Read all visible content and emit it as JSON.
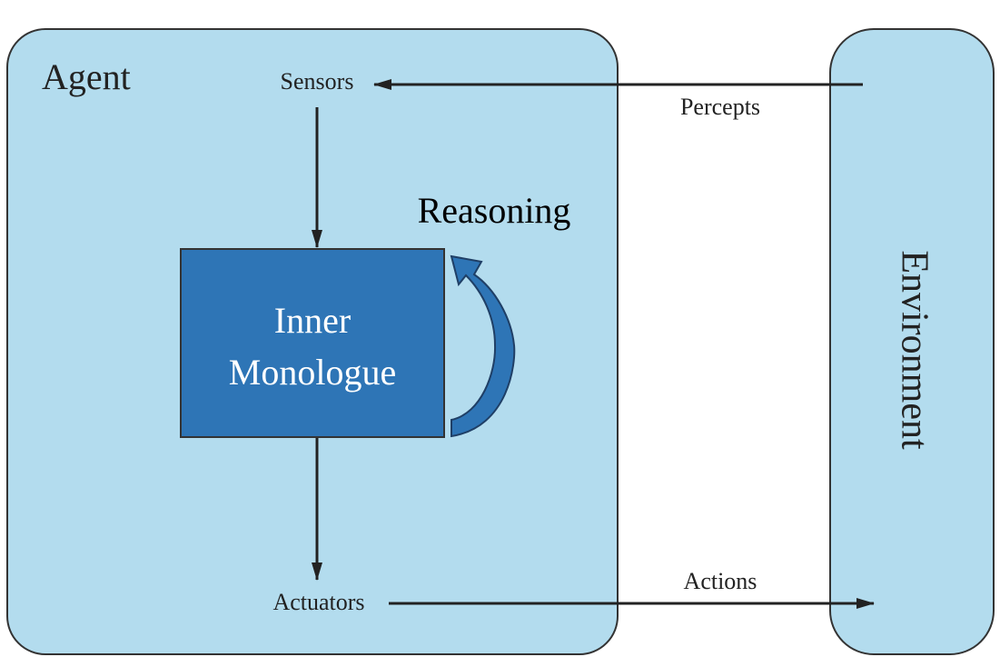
{
  "agent": {
    "title": "Agent",
    "sensors_label": "Sensors",
    "actuators_label": "Actuators",
    "inner_box_line1": "Inner",
    "inner_box_line2": "Monologue",
    "reasoning_label": "Reasoning"
  },
  "environment": {
    "label": "Environment"
  },
  "flows": {
    "percepts_label": "Percepts",
    "actions_label": "Actions"
  },
  "colors": {
    "agent_fill": "#b3dcee",
    "environment_fill": "#b3dcee",
    "inner_box_fill": "#2e75b6",
    "reasoning_arrow_fill": "#2e75b6",
    "outline": "#333333",
    "arrow": "#222222",
    "text_dark": "#222222",
    "text_light": "#ffffff"
  }
}
